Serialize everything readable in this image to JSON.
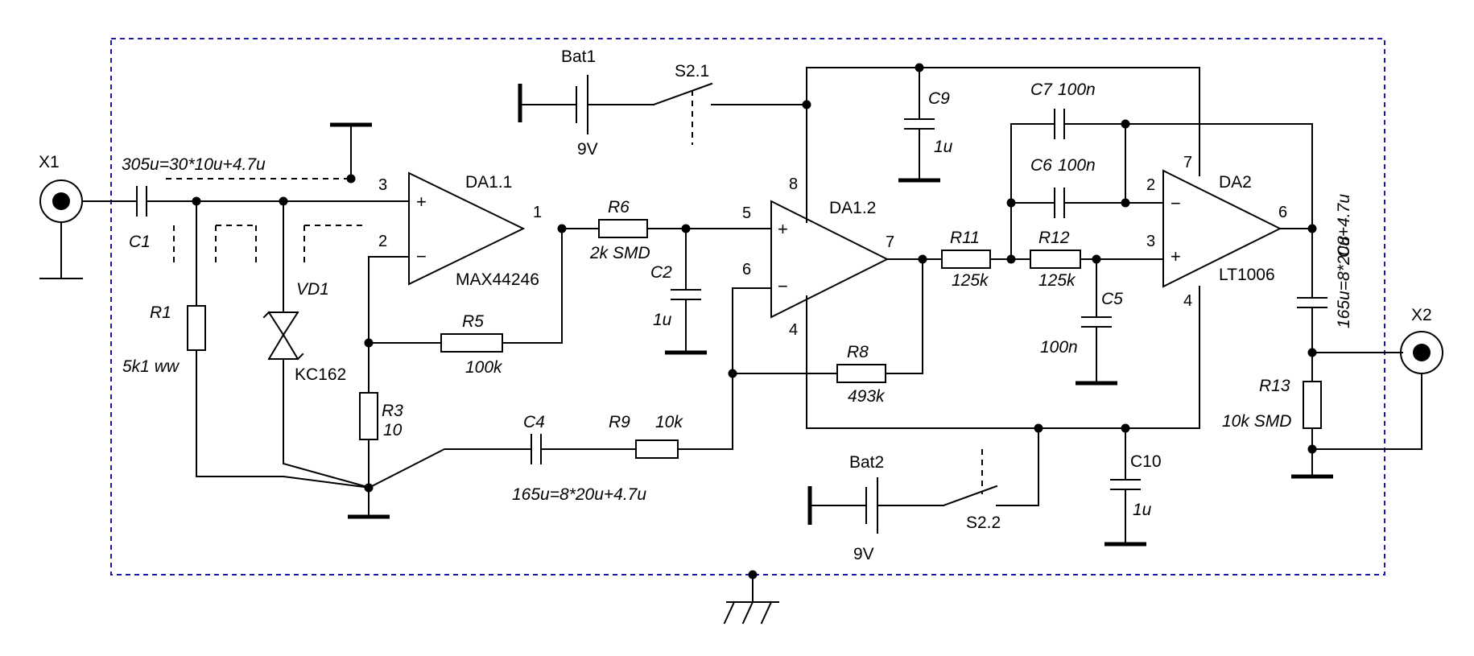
{
  "components": {
    "x1": "X1",
    "x2": "X2",
    "c1": {
      "ref": "C1",
      "value": "305u=30*10u+4.7u"
    },
    "r1": {
      "ref": "R1",
      "value": "5k1 ww"
    },
    "vd1": {
      "ref": "VD1",
      "value": "KC162"
    },
    "r3": {
      "ref": "R3",
      "value": "10"
    },
    "r5": {
      "ref": "R5",
      "value": "100k"
    },
    "r6": {
      "ref": "R6",
      "value": "2k SMD"
    },
    "c2": {
      "ref": "C2",
      "value": "1u"
    },
    "c4": {
      "ref": "C4",
      "value": "165u=8*20u+4.7u"
    },
    "r9": {
      "ref": "R9",
      "value": "10k"
    },
    "r8": {
      "ref": "R8",
      "value": "493k"
    },
    "r11": {
      "ref": "R11",
      "value": "125k"
    },
    "r12": {
      "ref": "R12",
      "value": "125k"
    },
    "c5": {
      "ref": "C5",
      "value": "100n"
    },
    "c6": {
      "ref": "C6",
      "value": "100n"
    },
    "c7": {
      "ref": "C7",
      "value": "100n"
    },
    "c8": {
      "ref": "C8",
      "value": "165u=8*20u+4.7u"
    },
    "c9": {
      "ref": "C9",
      "value": "1u"
    },
    "c10": {
      "ref": "C10",
      "value": "1u"
    },
    "r13": {
      "ref": "R13",
      "value": "10k SMD"
    },
    "bat1": {
      "ref": "Bat1",
      "value": "9V"
    },
    "bat2": {
      "ref": "Bat2",
      "value": "9V"
    },
    "s21": "S2.1",
    "s22": "S2.2",
    "da11": {
      "ref": "DA1.1",
      "part": "MAX44246"
    },
    "da12": {
      "ref": "DA1.2"
    },
    "da2": {
      "ref": "DA2",
      "part": "LT1006"
    }
  },
  "pins": {
    "da11": {
      "noninv": "3",
      "inv": "2",
      "out": "1"
    },
    "da12": {
      "noninv": "5",
      "inv": "6",
      "out": "7",
      "vplus": "8",
      "vminus": "4"
    },
    "da2": {
      "inv": "2",
      "noninv": "3",
      "out": "6",
      "vplus": "7",
      "vminus": "4"
    }
  },
  "signs": {
    "plus": "+",
    "minus": "−"
  },
  "colors": {
    "wire": "#000000",
    "frame": "#1a1aa8",
    "background": "#ffffff"
  }
}
